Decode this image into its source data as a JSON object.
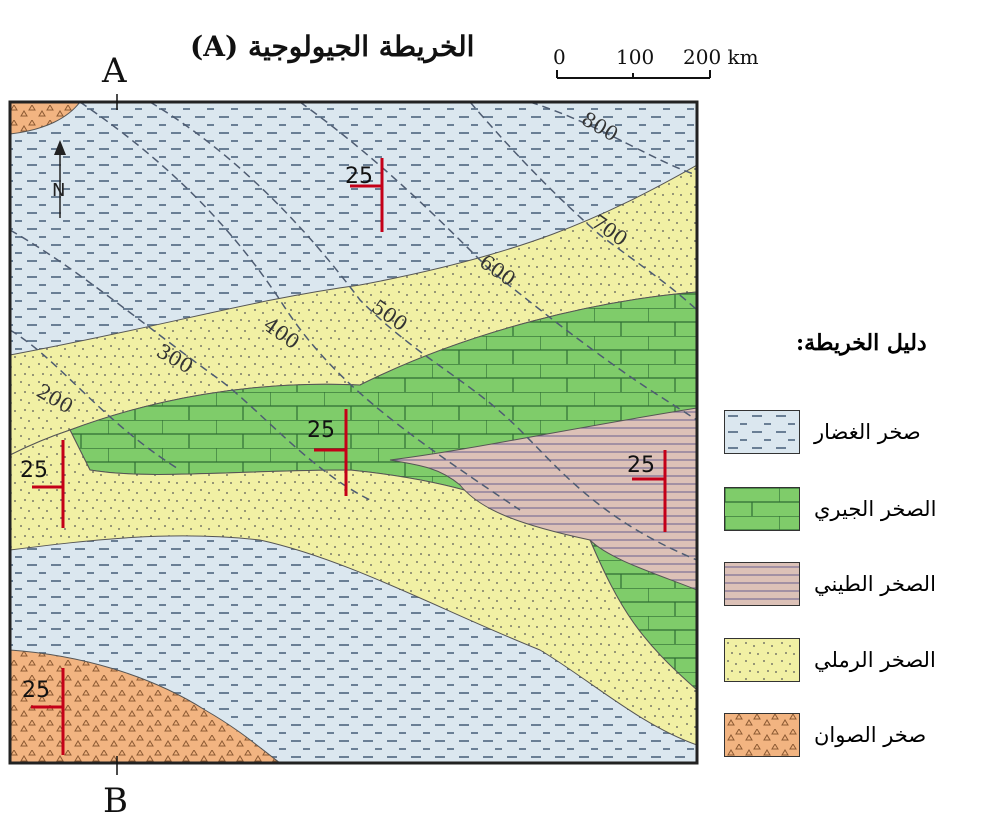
{
  "map": {
    "title": "الخريطة الجيولوجية (A)",
    "scale": {
      "labels": [
        "0",
        "100",
        "200 km"
      ]
    },
    "section_points": {
      "start": "A",
      "end": "B"
    },
    "north_arrow": "N",
    "contours": [
      "200",
      "300",
      "400",
      "500",
      "600",
      "700",
      "800"
    ],
    "dip_values": [
      "25",
      "25",
      "25",
      "25",
      "25"
    ],
    "legend": {
      "title": "دليل الخريطة:",
      "items": [
        {
          "label": "صخر الغضار",
          "color": "#dbe7ef"
        },
        {
          "label": "الصخر الجيري",
          "color": "#7fcc6a"
        },
        {
          "label": "الصخر الطيني",
          "color": "#b8b9d8"
        },
        {
          "label": "الصخر الرملي",
          "color": "#f1f0a4"
        },
        {
          "label": "صخر الصوان",
          "color": "#f2b481"
        }
      ]
    }
  }
}
